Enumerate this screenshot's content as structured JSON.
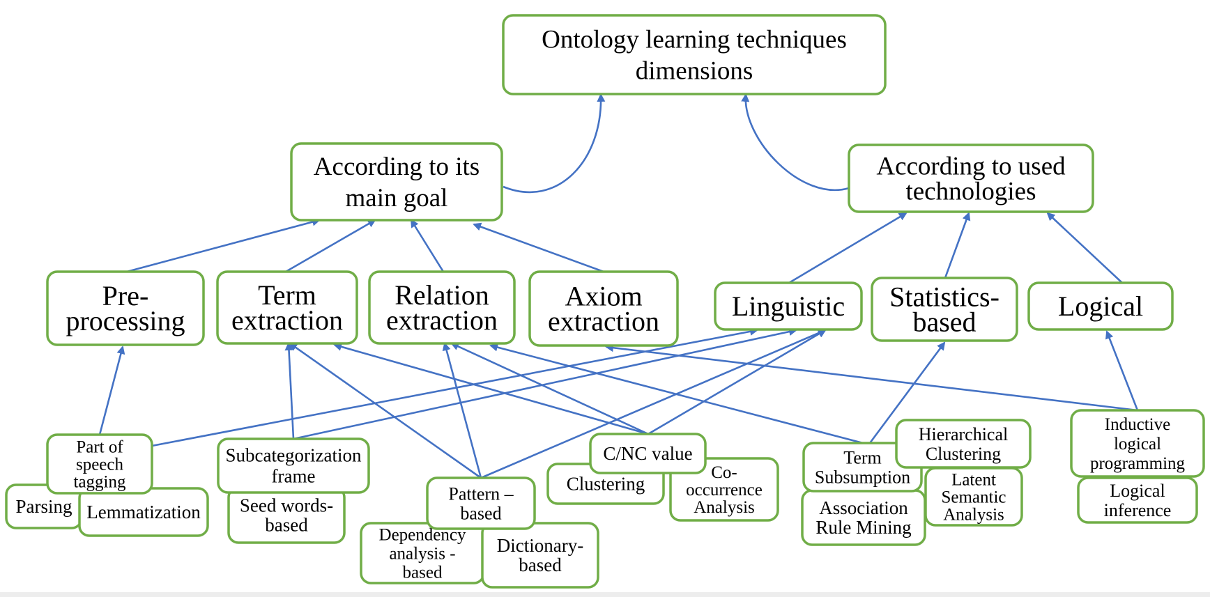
{
  "colors": {
    "box_border": "#70AD47",
    "edge": "#4472C4",
    "text": "#000000"
  },
  "nodes": {
    "root": {
      "lines": [
        "Ontology learning techniques",
        "dimensions"
      ]
    },
    "goal": {
      "lines": [
        "According to its",
        "main goal"
      ]
    },
    "tech": {
      "lines": [
        "According to used",
        "technologies"
      ]
    },
    "preprocessing": {
      "lines": [
        "Pre-",
        "processing"
      ]
    },
    "term_extraction": {
      "lines": [
        "Term",
        "extraction"
      ]
    },
    "relation_extraction": {
      "lines": [
        "Relation",
        "extraction"
      ]
    },
    "axiom_extraction": {
      "lines": [
        "Axiom",
        "extraction"
      ]
    },
    "linguistic": {
      "lines": [
        "Linguistic"
      ]
    },
    "statistics": {
      "lines": [
        "Statistics-",
        "based"
      ]
    },
    "logical": {
      "lines": [
        "Logical"
      ]
    },
    "parsing": {
      "lines": [
        "Parsing"
      ]
    },
    "lemmatization": {
      "lines": [
        "Lemmatization"
      ]
    },
    "pos_tagging": {
      "lines": [
        "Part of",
        "speech",
        "tagging"
      ]
    },
    "seed_words": {
      "lines": [
        "Seed words-",
        "based"
      ]
    },
    "subcat_frame": {
      "lines": [
        "Subcategorization",
        "frame"
      ]
    },
    "dependency": {
      "lines": [
        "Dependency",
        "analysis -",
        "based"
      ]
    },
    "dictionary": {
      "lines": [
        "Dictionary-",
        "based"
      ]
    },
    "pattern": {
      "lines": [
        "Pattern –",
        "based"
      ]
    },
    "clustering": {
      "lines": [
        "Clustering"
      ]
    },
    "cooccurrence": {
      "lines": [
        "Co-",
        "occurrence",
        "Analysis"
      ]
    },
    "cnc_value": {
      "lines": [
        "C/NC value"
      ]
    },
    "assoc_rule": {
      "lines": [
        "Association",
        "Rule Mining"
      ]
    },
    "lsa": {
      "lines": [
        "Latent",
        "Semantic",
        "Analysis"
      ]
    },
    "term_subsumption": {
      "lines": [
        "Term",
        "Subsumption"
      ]
    },
    "hier_clustering": {
      "lines": [
        "Hierarchical",
        "Clustering"
      ]
    },
    "logical_inference": {
      "lines": [
        "Logical",
        "inference"
      ]
    },
    "ilp": {
      "lines": [
        "Inductive",
        "logical",
        "programming"
      ]
    }
  },
  "edges": [
    {
      "from": "goal",
      "to": "root",
      "curved": true
    },
    {
      "from": "tech",
      "to": "root",
      "curved": true
    },
    {
      "from": "preprocessing",
      "to": "goal"
    },
    {
      "from": "term_extraction",
      "to": "goal"
    },
    {
      "from": "relation_extraction",
      "to": "goal"
    },
    {
      "from": "axiom_extraction",
      "to": "goal"
    },
    {
      "from": "linguistic",
      "to": "tech"
    },
    {
      "from": "statistics",
      "to": "tech"
    },
    {
      "from": "logical",
      "to": "tech"
    },
    {
      "from": "pos_tagging",
      "to": "preprocessing"
    },
    {
      "from": "pos_tagging",
      "to": "linguistic"
    },
    {
      "from": "subcat_frame",
      "to": "term_extraction"
    },
    {
      "from": "subcat_frame",
      "to": "linguistic"
    },
    {
      "from": "pattern",
      "to": "term_extraction"
    },
    {
      "from": "pattern",
      "to": "relation_extraction"
    },
    {
      "from": "pattern",
      "to": "linguistic"
    },
    {
      "from": "cnc_value",
      "to": "term_extraction"
    },
    {
      "from": "cnc_value",
      "to": "relation_extraction"
    },
    {
      "from": "cnc_value",
      "to": "linguistic"
    },
    {
      "from": "term_subsumption",
      "to": "relation_extraction"
    },
    {
      "from": "term_subsumption",
      "to": "statistics"
    },
    {
      "from": "ilp",
      "to": "axiom_extraction"
    },
    {
      "from": "ilp",
      "to": "logical"
    }
  ]
}
